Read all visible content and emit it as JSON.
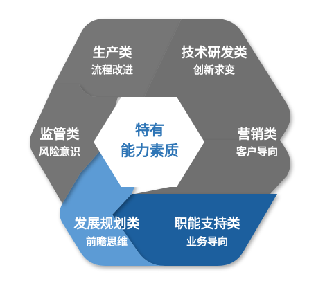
{
  "center": {
    "line1": "特有",
    "line2": "能力素质",
    "color": "#2e75b6"
  },
  "segments": [
    {
      "id": "production",
      "title": "生产类",
      "subtitle": "流程改进",
      "color": "#767676"
    },
    {
      "id": "tech-rd",
      "title": "技术研发类",
      "subtitle": "创新求变",
      "color": "#6f6f6f"
    },
    {
      "id": "marketing",
      "title": "营销类",
      "subtitle": "客户导向",
      "color": "#6f6f6f"
    },
    {
      "id": "functional-support",
      "title": "职能支持类",
      "subtitle": "业务导向",
      "color": "#1f5f9e"
    },
    {
      "id": "development-planning",
      "title": "发展规划类",
      "subtitle": "前瞻思维",
      "color": "#5b9bd5"
    },
    {
      "id": "supervision",
      "title": "监管类",
      "subtitle": "风险意识",
      "color": "#757575"
    }
  ]
}
